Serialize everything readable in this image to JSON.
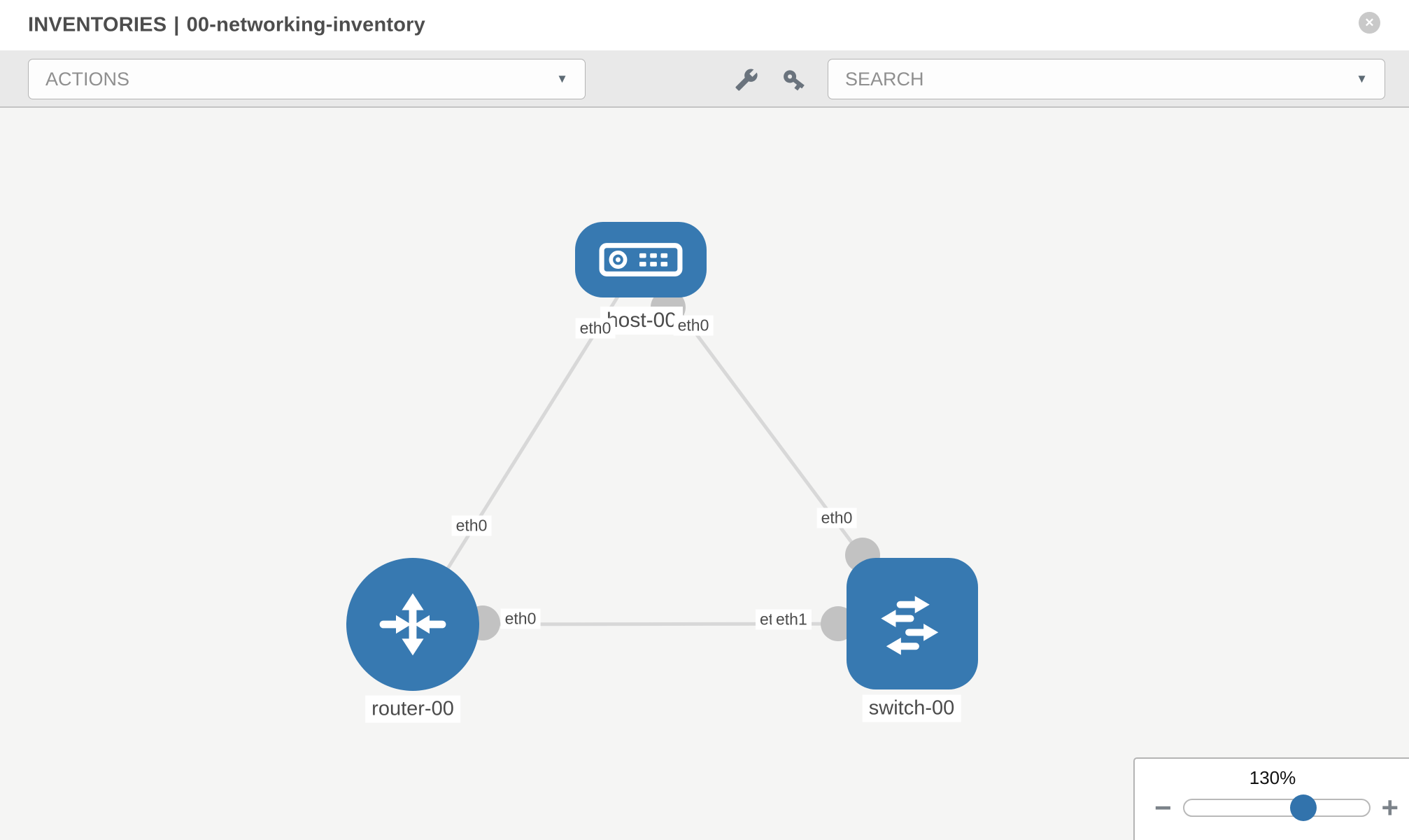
{
  "header": {
    "section": "INVENTORIES",
    "separator": "|",
    "inventory_name": "00-networking-inventory"
  },
  "icons": {
    "close": "✕",
    "caret_down": "▼",
    "wrench": "wrench-icon",
    "key": "key-icon",
    "minus": "−",
    "plus": "+"
  },
  "toolbar": {
    "actions_label": "ACTIONS",
    "search_label": "SEARCH"
  },
  "topology": {
    "nodes": [
      {
        "id": "host-00",
        "type": "host",
        "label": "host-00"
      },
      {
        "id": "router-00",
        "type": "router",
        "label": "router-00"
      },
      {
        "id": "switch-00",
        "type": "switch",
        "label": "switch-00"
      }
    ],
    "links": [
      {
        "from": "host-00",
        "to": "router-00",
        "from_interface": "eth0",
        "to_interface": "eth0"
      },
      {
        "from": "host-00",
        "to": "switch-00",
        "from_interface": "eth0",
        "to_interface": "eth0"
      },
      {
        "from": "router-00",
        "to": "switch-00",
        "from_interface": "eth0",
        "to_interface_back": "eth0",
        "to_interface_front": "eth1"
      }
    ]
  },
  "zoom_control": {
    "level": "130%"
  },
  "colors": {
    "node_blue": "#3779b1",
    "link_gray": "#d8d8d8",
    "port_gray": "#c2c2c2",
    "canvas_bg": "#f5f5f4",
    "toolbar_bg": "#e9e9e9",
    "slider_handle_blue": "#3273ac"
  }
}
